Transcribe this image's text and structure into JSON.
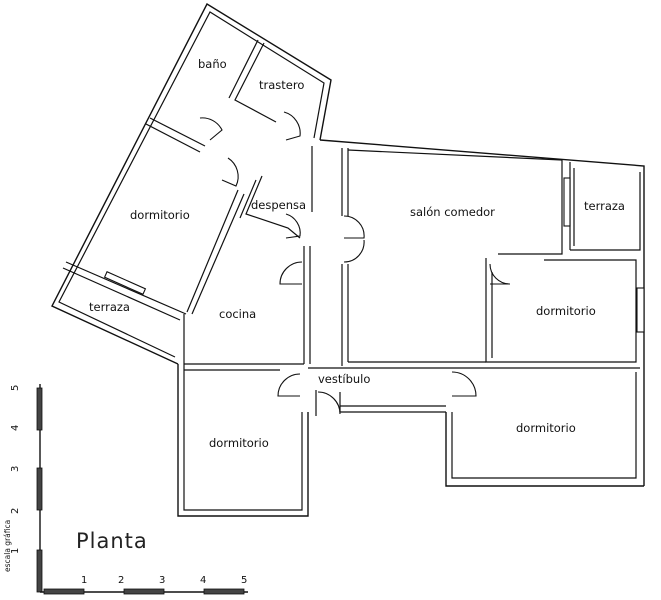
{
  "title": "Planta",
  "rooms": {
    "bano": "baño",
    "trastero": "trastero",
    "dormitorio_nw": "dormitorio",
    "despensa": "despensa",
    "terraza_w": "terraza",
    "cocina": "cocina",
    "salon": "salón comedor",
    "terraza_e": "terraza",
    "dormitorio_e": "dormitorio",
    "vestibulo": "vestíbulo",
    "dormitorio_s": "dormitorio",
    "dormitorio_se": "dormitorio"
  },
  "scale": {
    "label": "escala gráfica",
    "horizontal_ticks": [
      "1",
      "2",
      "3",
      "4",
      "5"
    ],
    "vertical_ticks": [
      "1",
      "2",
      "3",
      "4",
      "5"
    ]
  }
}
